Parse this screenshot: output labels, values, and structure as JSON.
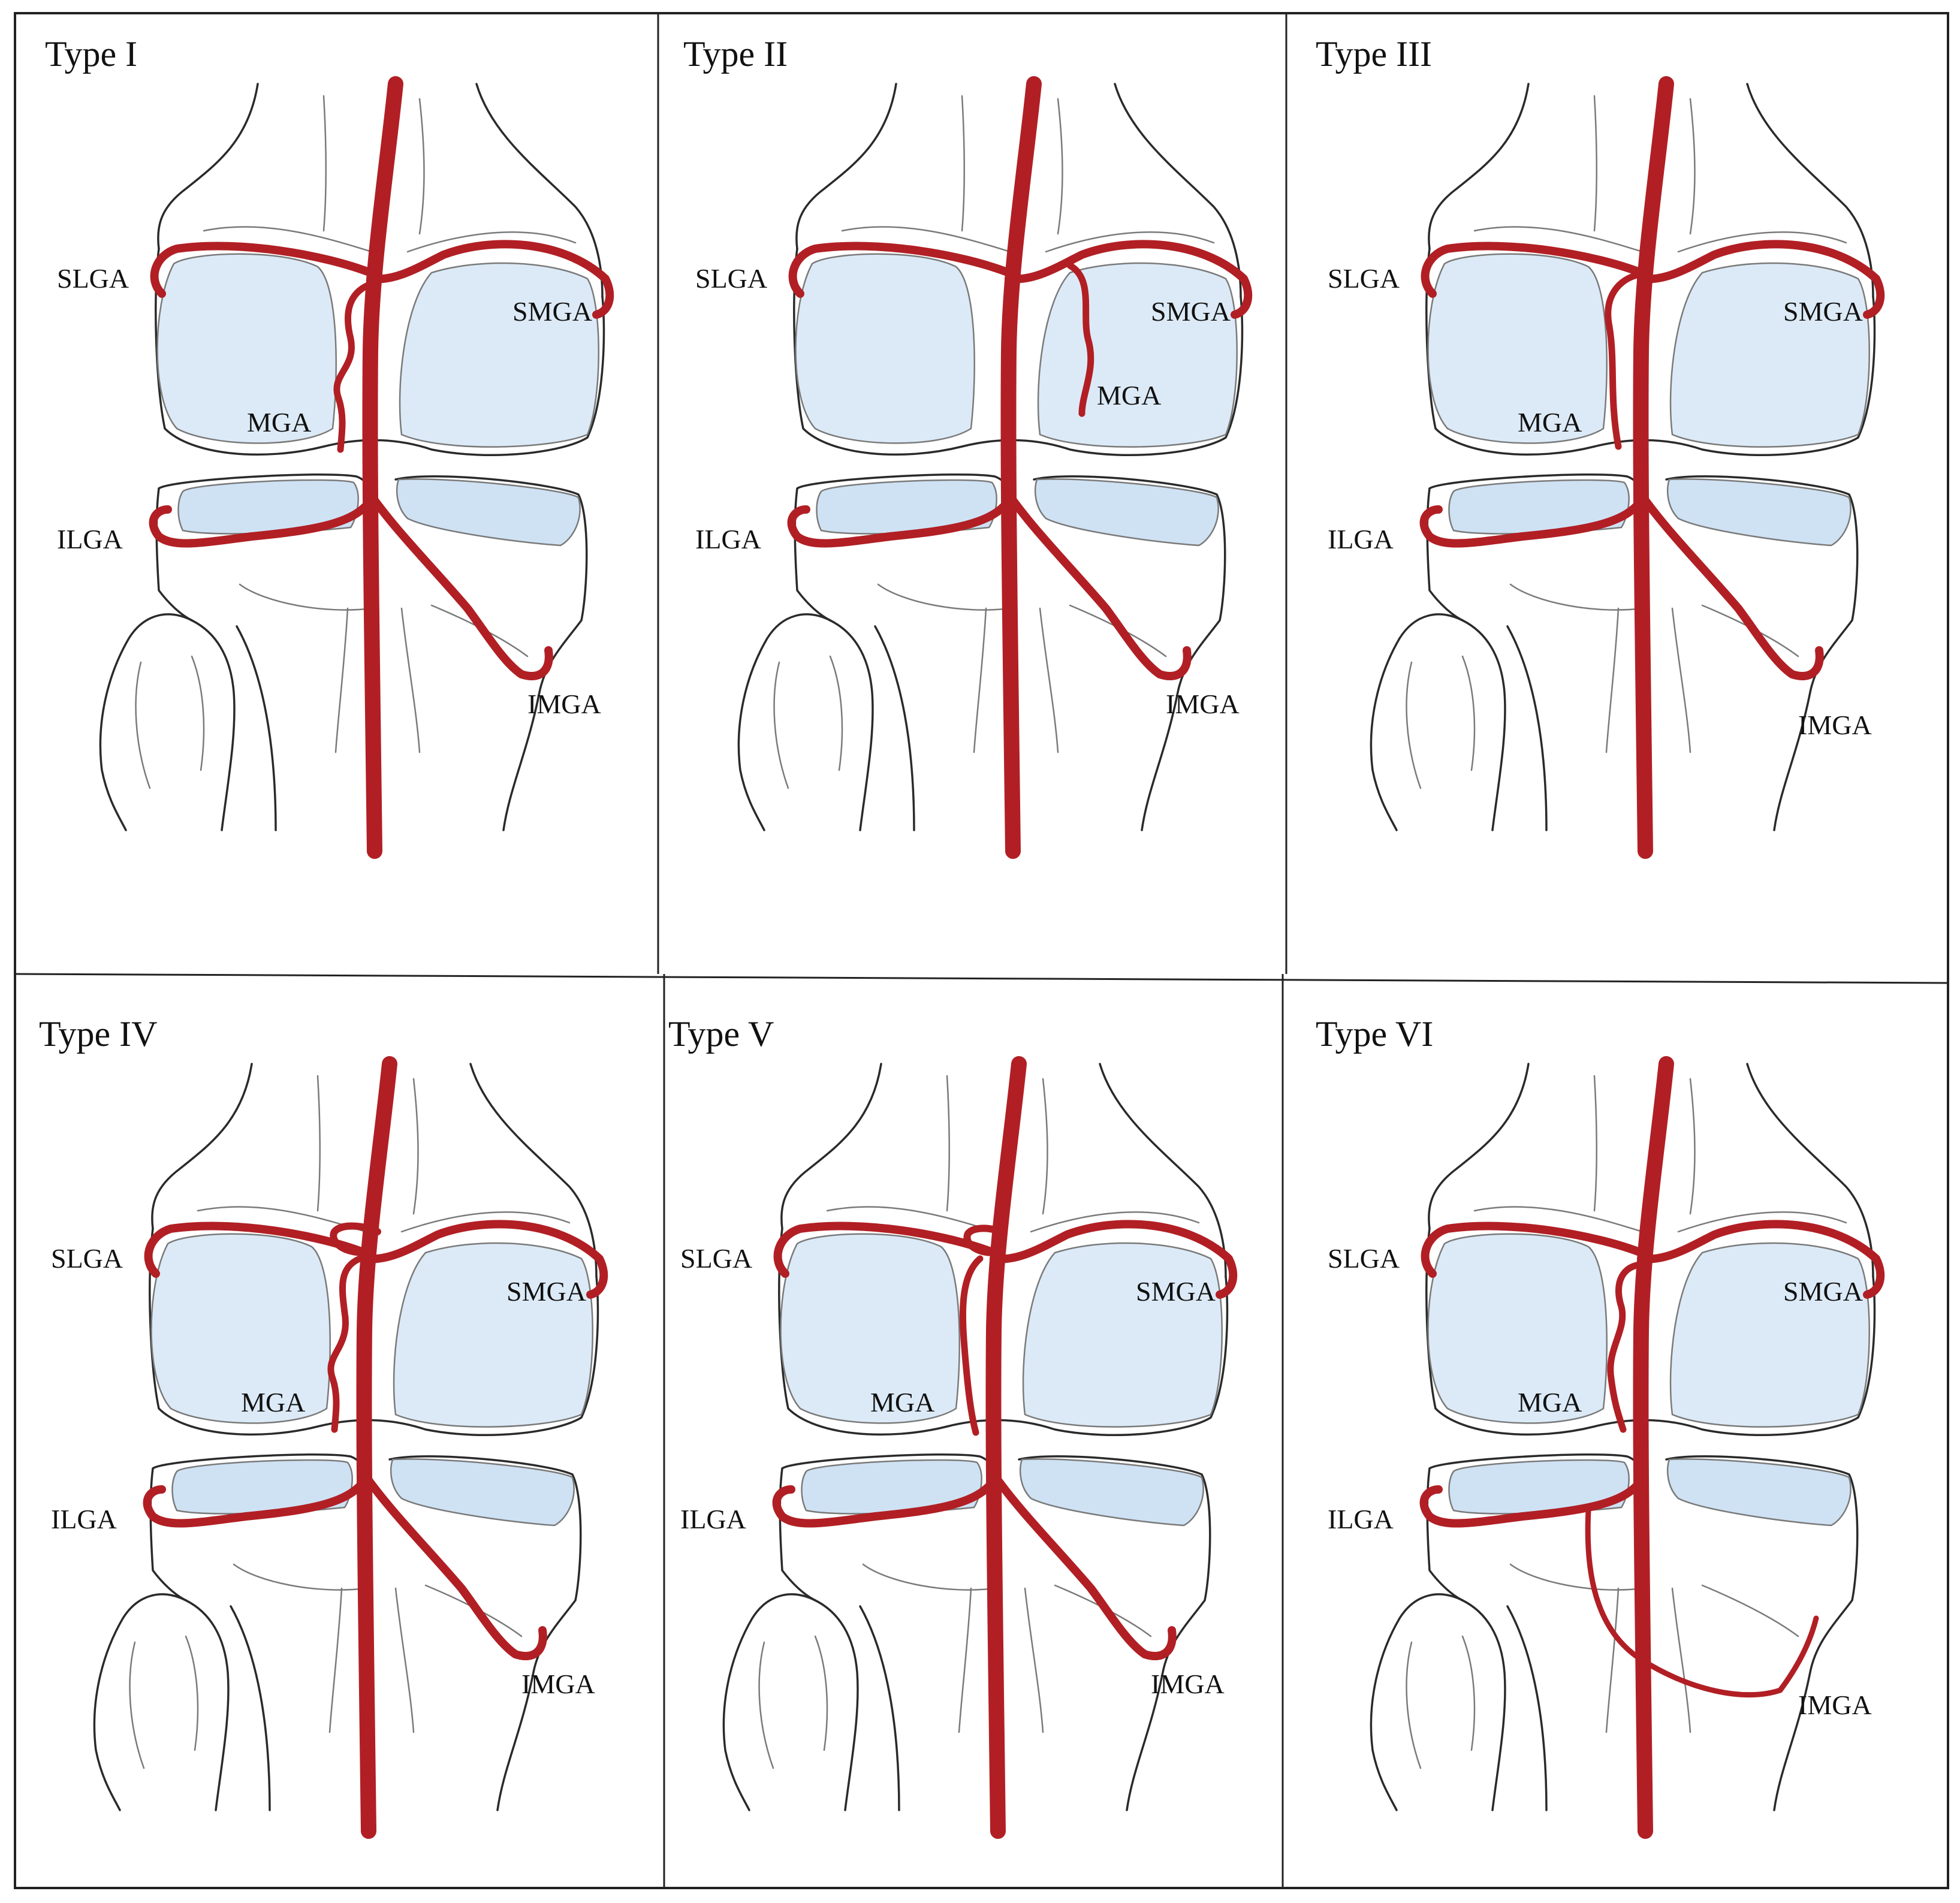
{
  "colors": {
    "artery": "#b11f24",
    "cartilage": "#dceaf7",
    "meniscus": "#cfe2f4",
    "outline": "#2a2a2a",
    "frame": "#222222"
  },
  "labels": {
    "slga": "SLGA",
    "smga": "SMGA",
    "mga": "MGA",
    "ilga": "ILGA",
    "imga": "IMGA"
  },
  "panels": [
    {
      "title": "Type I",
      "mga_origin": "main-trunk-low",
      "mga_side": "lateral"
    },
    {
      "title": "Type II",
      "mga_origin": "smga",
      "mga_side": "medial"
    },
    {
      "title": "Type III",
      "mga_origin": "slga",
      "mga_side": "lateral"
    },
    {
      "title": "Type IV",
      "mga_origin": "loop-slga-smga",
      "mga_side": "lateral"
    },
    {
      "title": "Type V",
      "mga_origin": "loop-slga",
      "mga_side": "lateral"
    },
    {
      "title": "Type VI",
      "mga_origin": "main-trunk-high",
      "mga_side": "lateral",
      "imga_origin": "ilga"
    }
  ]
}
